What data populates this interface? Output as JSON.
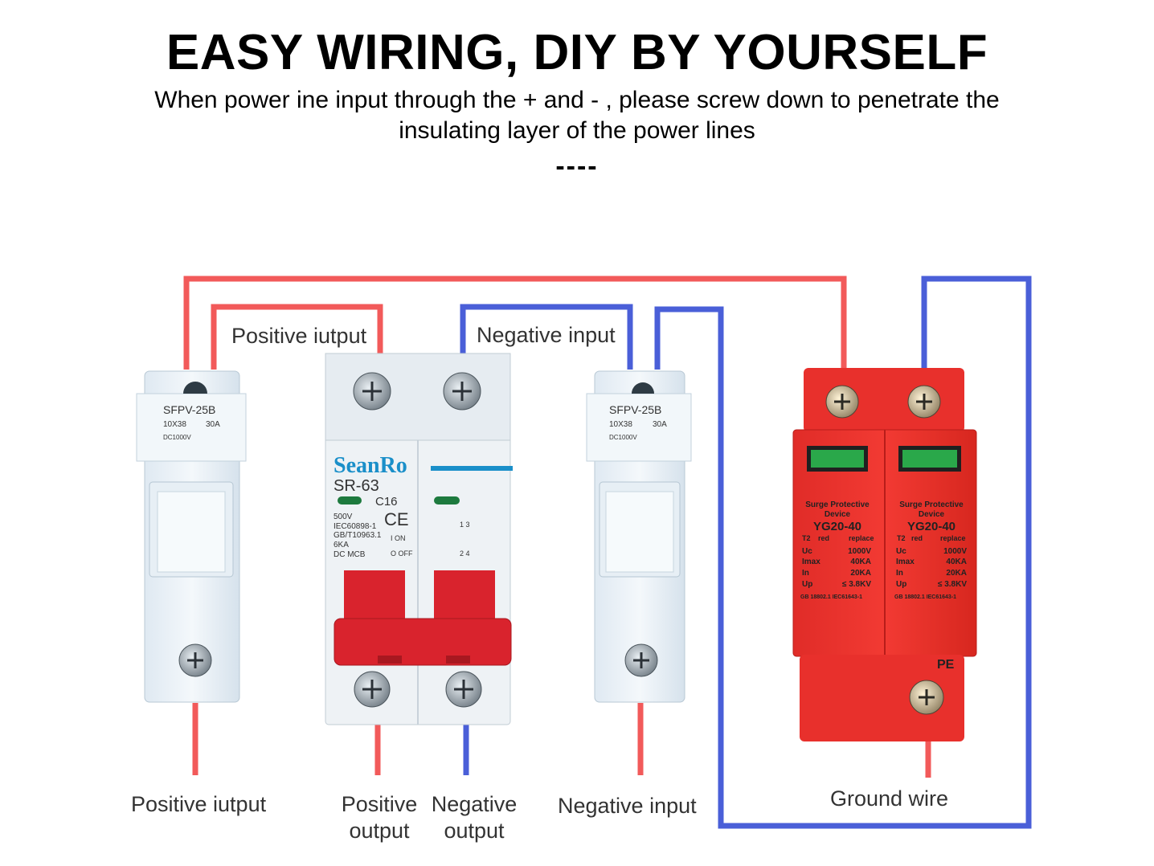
{
  "header": {
    "title": "EASY WIRING, DIY BY YOURSELF",
    "subtitle": "When power ine input through the + and - , please screw down to penetrate the insulating layer of the power lines",
    "separator": "----"
  },
  "labels": {
    "top_positive": "Positive iutput",
    "top_negative": "Negative input",
    "bottom_positive_input": "Positive iutput",
    "bottom_positive_output_1": "Positive",
    "bottom_positive_output_2": "output",
    "bottom_negative_output_1": "Negative",
    "bottom_negative_output_2": "output",
    "bottom_negative_input": "Negative input",
    "ground_wire": "Ground wire"
  },
  "fuse_holder": {
    "model": "SFPV-25B",
    "size": "10X38",
    "current": "30A",
    "voltage": "DC1000V"
  },
  "breaker": {
    "brand": "SeanRo",
    "model": "SR-63",
    "rating": "C16",
    "voltage": "500V",
    "std1": "IEC60898-1",
    "std2": "GB/T10963.1",
    "capacity": "6KA",
    "kind": "DC MCB",
    "on": "I ON",
    "off": "O OFF",
    "term_top": "1 3",
    "term_bottom": "2 4"
  },
  "spd": {
    "line1": "Surge Protective",
    "line2": "Device",
    "model": "YG20-40",
    "class": "T2",
    "indicator": "red",
    "replace": "replace",
    "uc_label": "Uc",
    "uc": "1000V",
    "imax_label": "Imax",
    "imax": "40KA",
    "in_label": "In",
    "in": "20KA",
    "up_label": "Up",
    "up": "≤ 3.8KV",
    "std": "GB 18802.1 IEC61643-1",
    "pe": "PE"
  },
  "colors": {
    "positive_wire": "#f25a5a",
    "negative_wire": "#4a5fd8",
    "spd_body": "#e8302c",
    "breaker_handle": "#d9232d",
    "device_white": "#eef4f9"
  }
}
